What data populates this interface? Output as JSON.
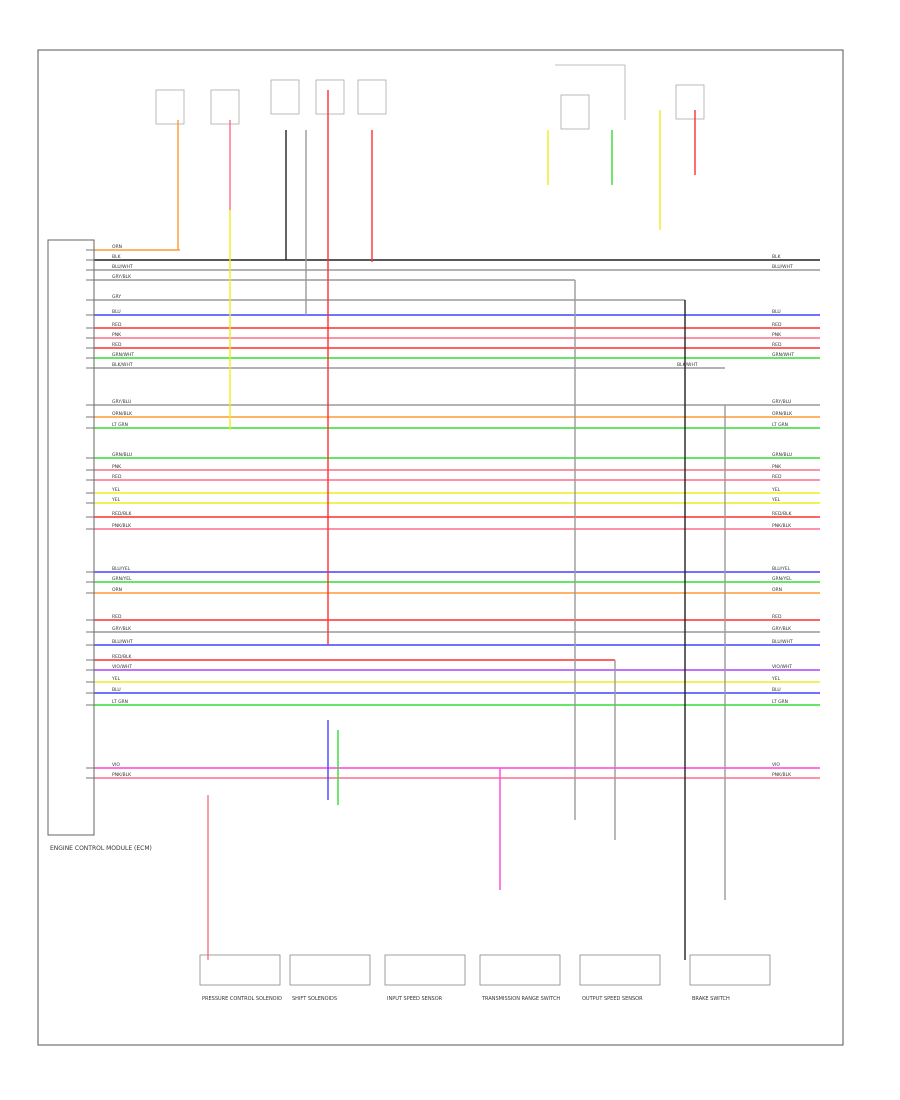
{
  "diagram": {
    "page_id": "",
    "colors": {
      "frame": "#555555",
      "orange": "#ff9a33",
      "pink": "#ff6f8a",
      "black": "#222222",
      "gray": "#9a9a9a",
      "yellow": "#eeee20",
      "red": "#ff3030",
      "blue": "#4444ff",
      "green": "#33dd33",
      "light_green": "#88ee88",
      "magenta": "#ff44dd",
      "white_trace": "#cccccc",
      "violet": "#aa44ff"
    },
    "wires": [
      {
        "color": "orange",
        "label": "ORN"
      },
      {
        "color": "black",
        "label": "BLK"
      },
      {
        "color": "gray",
        "label": "BLU/WHT"
      },
      {
        "color": "gray",
        "label": "GRY/BLK"
      },
      {
        "color": "gray",
        "label": "GRY"
      },
      {
        "color": "blue",
        "label": "BLU"
      },
      {
        "color": "red",
        "label": "RED"
      },
      {
        "color": "pink",
        "label": "PNK"
      },
      {
        "color": "red",
        "label": "RED"
      },
      {
        "color": "green",
        "label": "GRN/WHT"
      },
      {
        "color": "gray",
        "label": "BLK/WHT"
      },
      {
        "color": "gray",
        "label": "GRY/BLU"
      },
      {
        "color": "orange",
        "label": "ORN/BLK"
      },
      {
        "color": "green",
        "label": "LT GRN"
      },
      {
        "color": "green",
        "label": "GRN/BLU"
      },
      {
        "color": "pink",
        "label": "PNK"
      },
      {
        "color": "pink",
        "label": "RED"
      },
      {
        "color": "yellow",
        "label": "YEL"
      },
      {
        "color": "yellow",
        "label": "YEL"
      },
      {
        "color": "red",
        "label": "RED/BLK"
      },
      {
        "color": "pink",
        "label": "PNK/BLK"
      },
      {
        "color": "blue",
        "label": "BLU/YEL"
      },
      {
        "color": "green",
        "label": "GRN/YEL"
      },
      {
        "color": "orange",
        "label": "ORN"
      },
      {
        "color": "red",
        "label": "RED"
      },
      {
        "color": "gray",
        "label": "GRY/BLK"
      },
      {
        "color": "blue",
        "label": "BLU/WHT"
      },
      {
        "color": "red",
        "label": "RED/BLK"
      },
      {
        "color": "violet",
        "label": "VIO/WHT"
      },
      {
        "color": "yellow",
        "label": "YEL"
      },
      {
        "color": "blue",
        "label": "BLU"
      },
      {
        "color": "green",
        "label": "LT GRN"
      },
      {
        "color": "magenta",
        "label": "VIO"
      },
      {
        "color": "pink",
        "label": "PNK/BLK"
      }
    ],
    "bottom_components": [
      {
        "label": "PRESSURE CONTROL SOLENOID"
      },
      {
        "label": "SHIFT SOLENOIDS"
      },
      {
        "label": "INPUT SPEED SENSOR"
      },
      {
        "label": "TRANSMISSION RANGE SWITCH"
      },
      {
        "label": "OUTPUT SPEED SENSOR"
      },
      {
        "label": "BRAKE SWITCH"
      }
    ],
    "ecu_label": "ENGINE CONTROL MODULE (ECM)"
  }
}
